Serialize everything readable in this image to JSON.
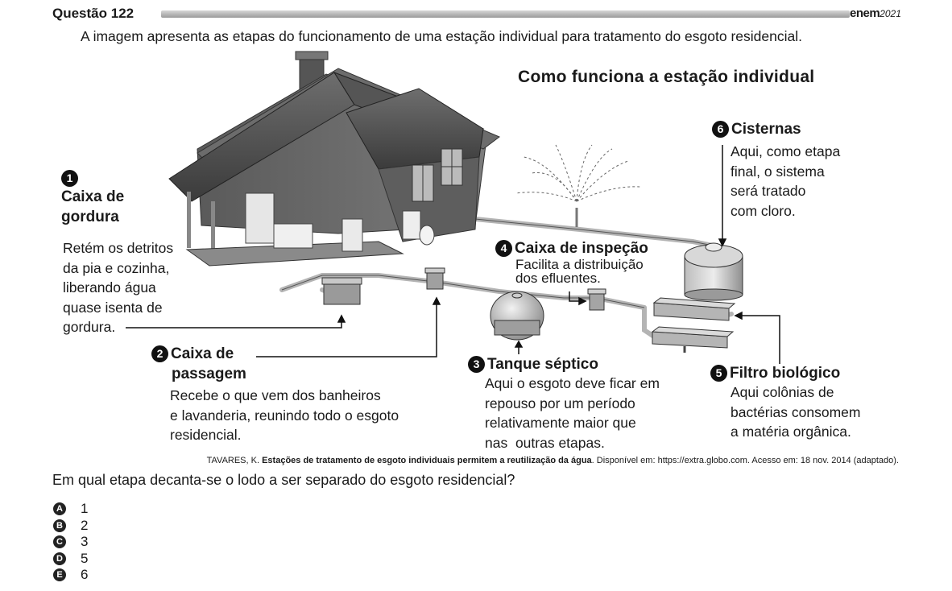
{
  "header": {
    "question_title": "Questão 122",
    "brand": "enem",
    "brand_year": "2021"
  },
  "intro": "A imagem apresenta as etapas do funcionamento de uma estação individual para tratamento do esgoto residencial.",
  "figure": {
    "title": "Como funciona a estação individual",
    "steps": [
      {
        "number": "1",
        "title_line1": "Caixa de",
        "title_line2": "gordura",
        "text": [
          "Retém os detritos",
          "da pia e cozinha,",
          "liberando água",
          "quase isenta de",
          "gordura."
        ]
      },
      {
        "number": "2",
        "title_line1": "Caixa de",
        "title_line2": "passagem",
        "text": [
          "Recebe o que vem dos banheiros",
          "e lavanderia, reunindo todo o esgoto",
          "residencial."
        ]
      },
      {
        "number": "3",
        "title": "Tanque séptico",
        "text": [
          "Aqui o esgoto deve ficar em",
          "repouso por um período",
          "relativamente maior que",
          "nas  outras etapas."
        ]
      },
      {
        "number": "4",
        "title": "Caixa de inspeção",
        "text": [
          "Facilita a distribuição",
          "dos efluentes."
        ]
      },
      {
        "number": "5",
        "title": "Filtro biológico",
        "text": [
          "Aqui colônias de",
          "bactérias consomem",
          "a matéria orgânica."
        ]
      },
      {
        "number": "6",
        "title": "Cisternas",
        "text": [
          "Aqui, como etapa",
          "final, o sistema",
          "será tratado",
          "com cloro."
        ]
      }
    ],
    "source": {
      "author": "TAVARES, K. ",
      "title": "Estações de tratamento de esgoto individuais permitem a reutilização da água",
      "rest": ". Disponível em: https://extra.globo.com. Acesso em: 18 nov. 2014 (adaptado)."
    }
  },
  "question": "Em qual etapa decanta-se o lodo a ser separado do esgoto residencial?",
  "options": [
    {
      "letter": "A",
      "text": "1"
    },
    {
      "letter": "B",
      "text": "2"
    },
    {
      "letter": "C",
      "text": "3"
    },
    {
      "letter": "D",
      "text": "5"
    },
    {
      "letter": "E",
      "text": "6"
    }
  ]
}
